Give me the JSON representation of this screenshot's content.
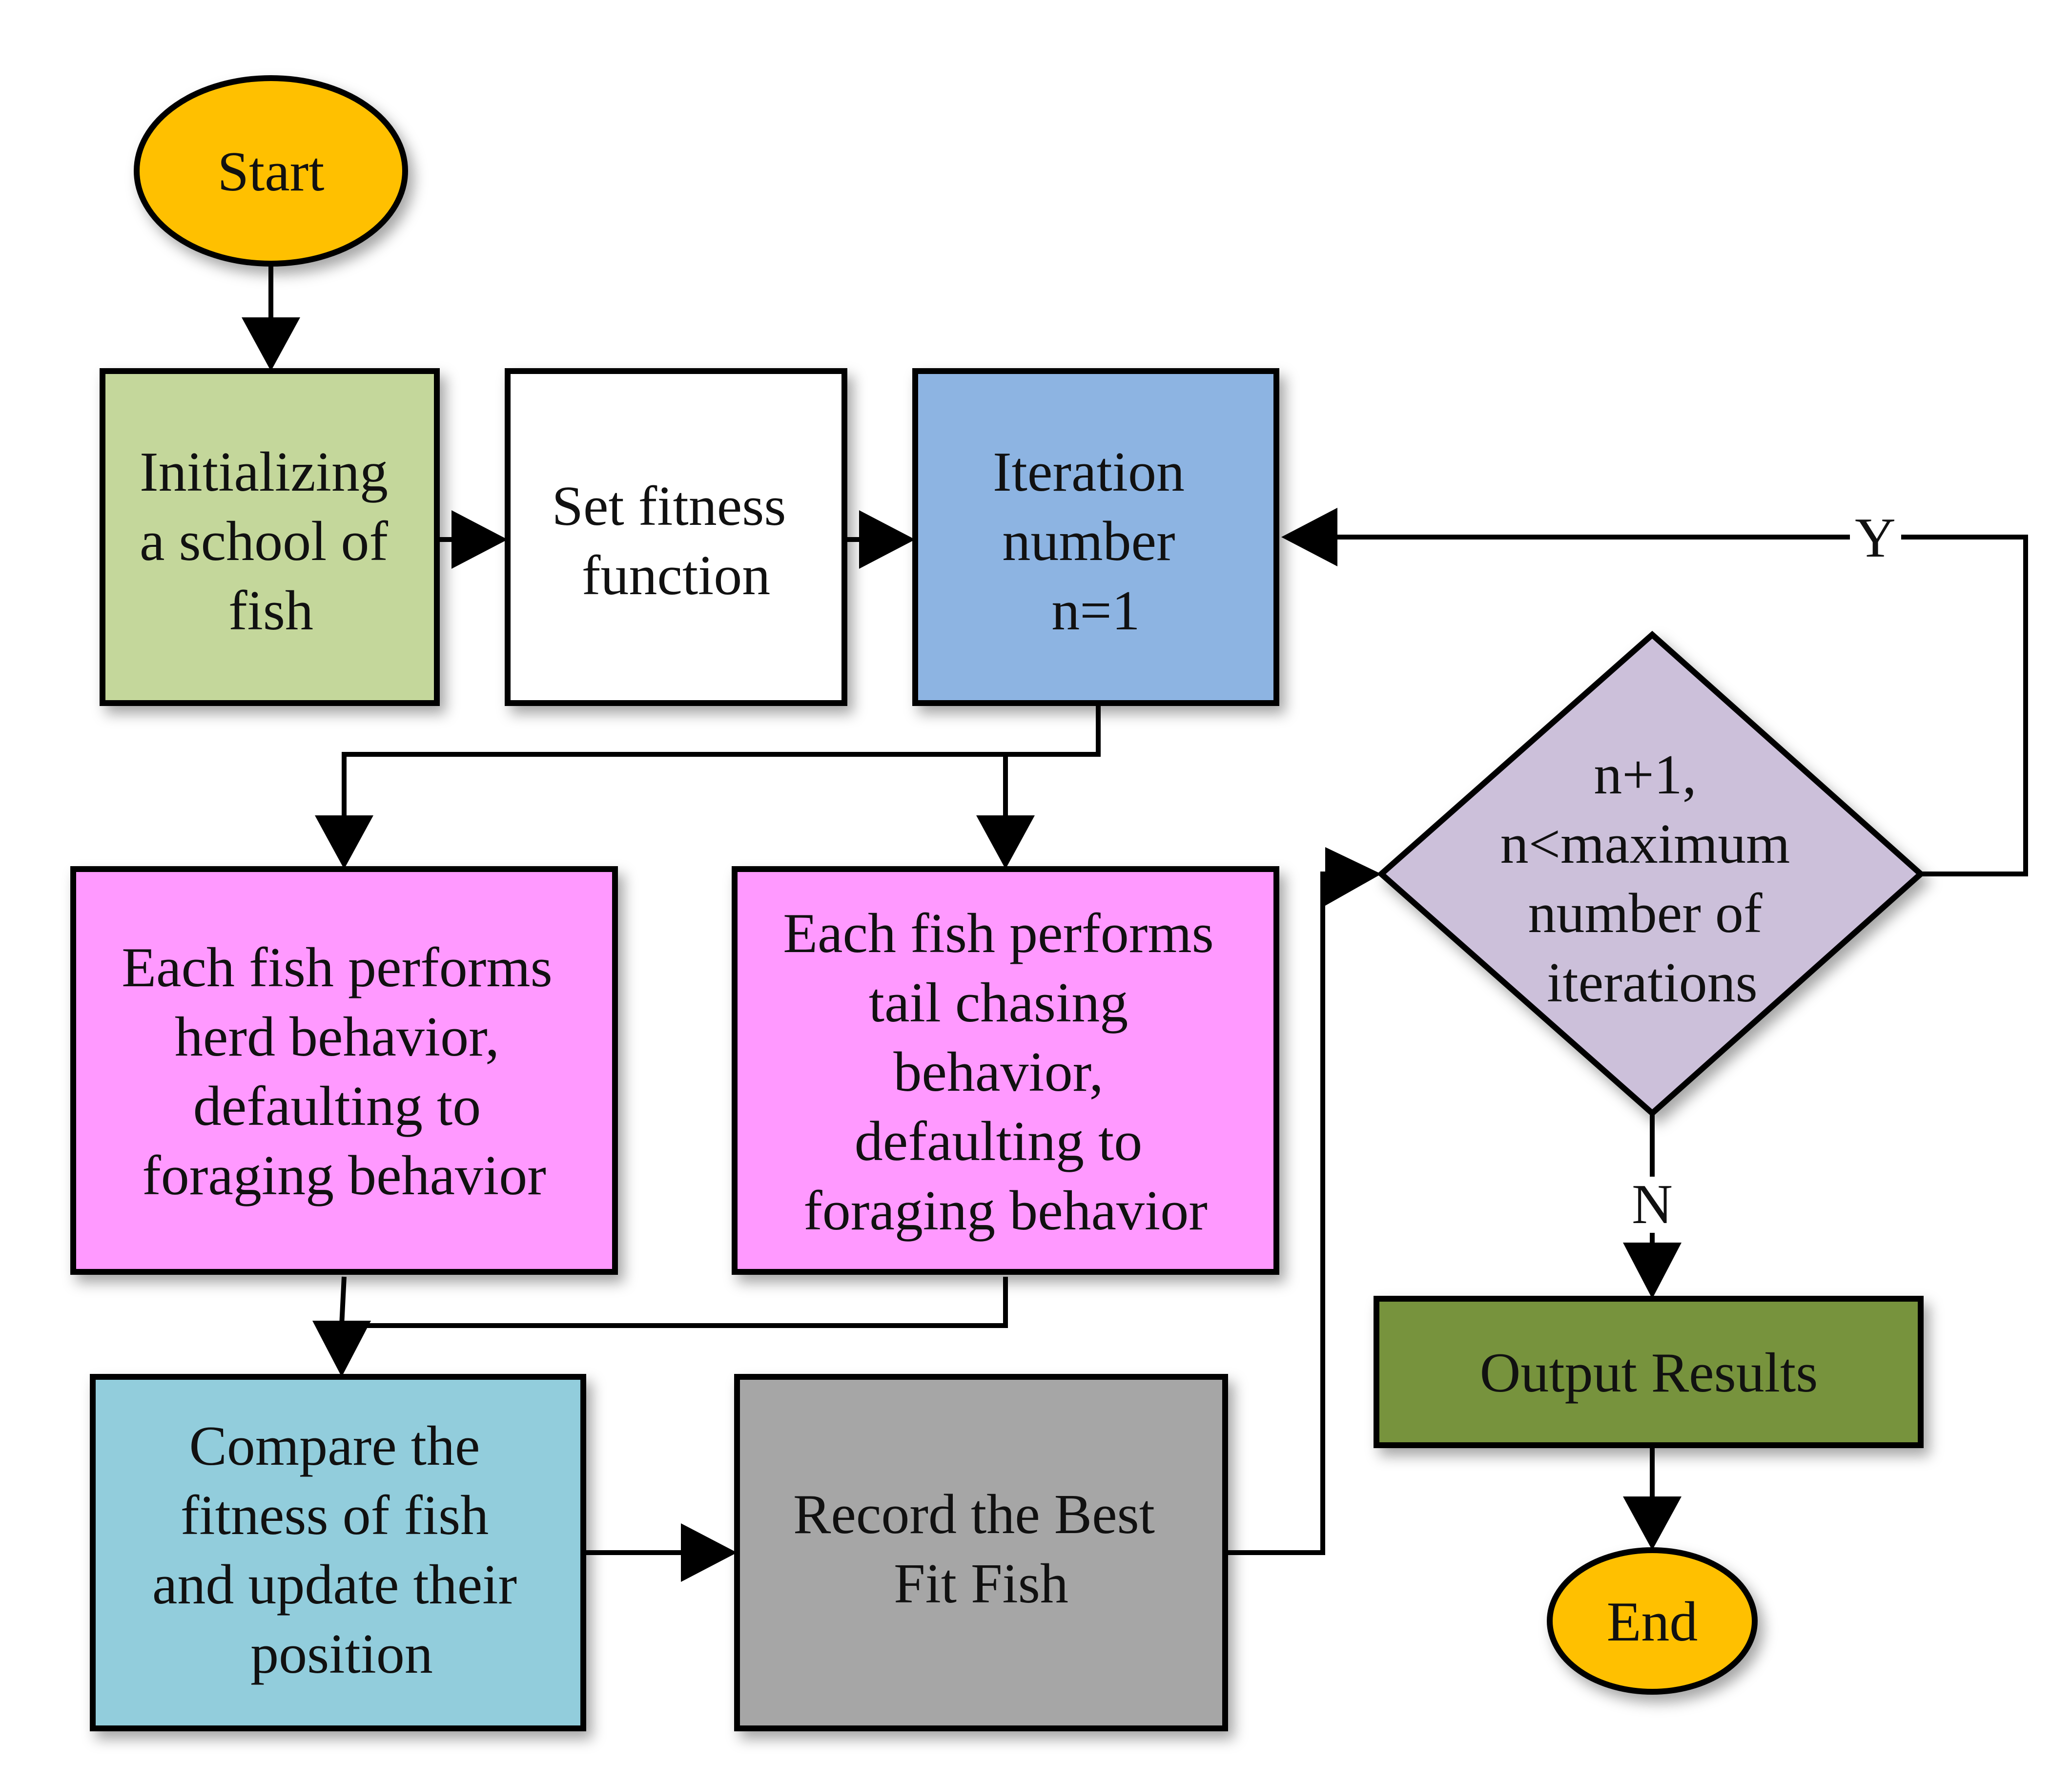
{
  "nodes": {
    "start": {
      "lines": [
        "Start"
      ],
      "fill": "#FFC000"
    },
    "init": {
      "lines": [
        "Initializing",
        "a school of",
        "fish"
      ],
      "fill": "#C4D79B"
    },
    "fitness": {
      "lines": [
        "Set fitness",
        "function"
      ],
      "fill": "#FFFFFF"
    },
    "iteration": {
      "lines": [
        "Iteration",
        "number",
        "n=1"
      ],
      "fill": "#8DB4E2"
    },
    "herd": {
      "lines": [
        "Each fish performs",
        "herd behavior,",
        "defaulting to",
        "foraging behavior"
      ],
      "fill": "#FF99FF"
    },
    "tail": {
      "lines": [
        "Each fish performs",
        "tail chasing",
        "behavior,",
        "defaulting to",
        "foraging behavior"
      ],
      "fill": "#FF99FF"
    },
    "compare": {
      "lines": [
        "Compare the",
        "fitness of fish",
        "and update their",
        "position"
      ],
      "fill": "#92CDDC"
    },
    "record": {
      "lines": [
        "Record the Best",
        "Fit Fish"
      ],
      "fill": "#A6A6A6"
    },
    "decision": {
      "lines": [
        "n+1,",
        "n<maximum",
        "number of",
        "iterations"
      ],
      "fill": "#CCC0DA"
    },
    "output": {
      "lines": [
        "Output Results"
      ],
      "fill": "#77933C"
    },
    "end": {
      "lines": [
        "End"
      ],
      "fill": "#FFC000"
    }
  },
  "edge_labels": {
    "yes": "Y",
    "no": "N"
  }
}
